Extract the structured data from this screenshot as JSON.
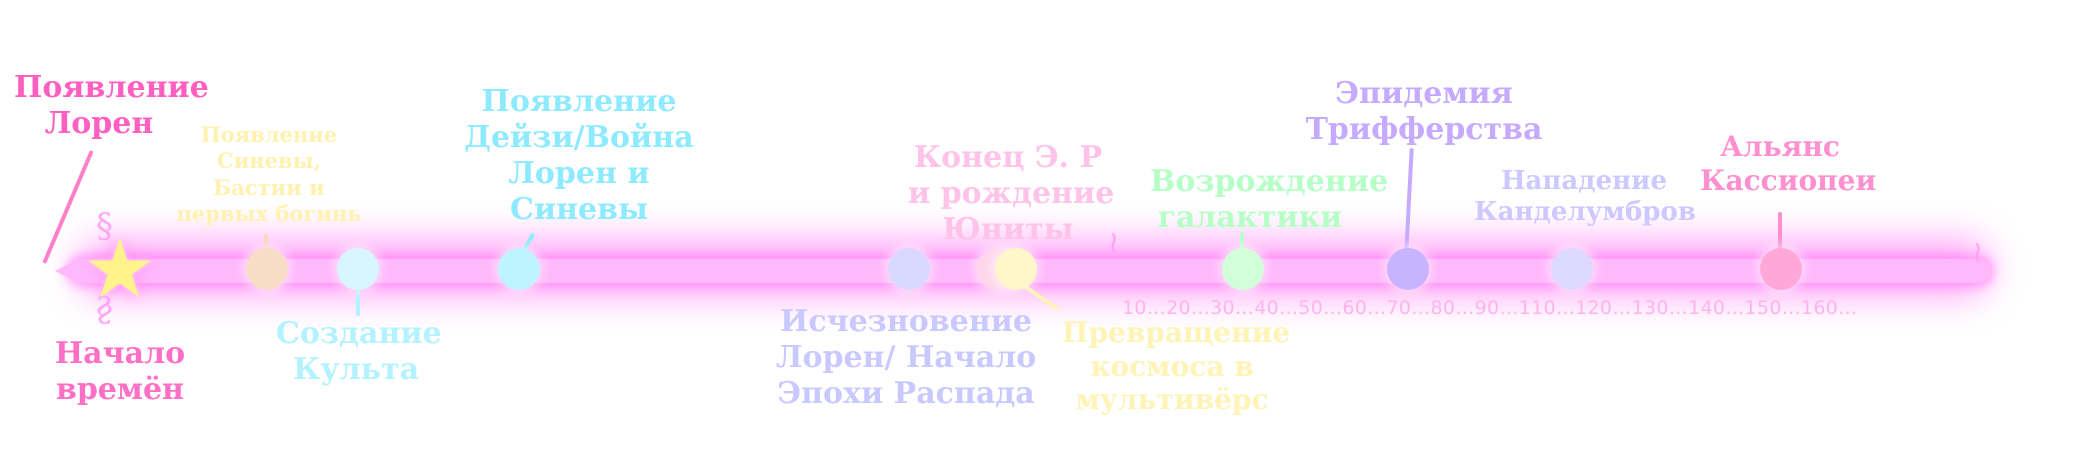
{
  "events": [
    {
      "id": "e1",
      "lines": [
        "Появление",
        "Лорен"
      ],
      "color": "#ff5fc0"
    },
    {
      "id": "e2",
      "lines": [
        "Начало",
        "времён"
      ],
      "color": "#ff6fc6"
    },
    {
      "id": "e3",
      "lines": [
        "Появление",
        "Синевы,",
        "Бастии и",
        "первых богинь"
      ],
      "color": "#fff2b0"
    },
    {
      "id": "e4",
      "lines": [
        "Создание",
        "Культа"
      ],
      "color": "#b3f2ff"
    },
    {
      "id": "e5",
      "lines": [
        "Появление",
        "Дейзи/Война",
        "Лорен и",
        "Синевы"
      ],
      "color": "#8eeaff"
    },
    {
      "id": "e6",
      "lines": [
        "Исчезновение",
        "Лорен/ Начало",
        "Эпохи Распада"
      ],
      "color": "#c9c9ff"
    },
    {
      "id": "e7",
      "lines": [
        "Конец Э. Р",
        "и рождение",
        "Юниты"
      ],
      "color": "#ffc2e8"
    },
    {
      "id": "e8",
      "lines": [
        "Превращение",
        "космоса в",
        "мультивёрс"
      ],
      "color": "#fff3b5"
    },
    {
      "id": "e9",
      "lines": [
        "Возрождение",
        "галактики"
      ],
      "color": "#b6ffc6"
    },
    {
      "id": "e10",
      "lines": [
        "Эпидемия",
        "Трифферства"
      ],
      "color": "#c6aaff"
    },
    {
      "id": "e11",
      "lines": [
        "Нападение",
        "Канделумбров"
      ],
      "color": "#cdc8ff"
    },
    {
      "id": "e12",
      "lines": [
        "Альянс",
        "Кассиопеи"
      ],
      "color": "#ff8fcf"
    }
  ],
  "scale_ticks": "10…20…30…40…50…60…70…80…90…110…120…130…140…150…160…",
  "colors": {
    "bar": "#ffb8fb",
    "glow": "#ff5cf2",
    "star": "#fff38a"
  }
}
